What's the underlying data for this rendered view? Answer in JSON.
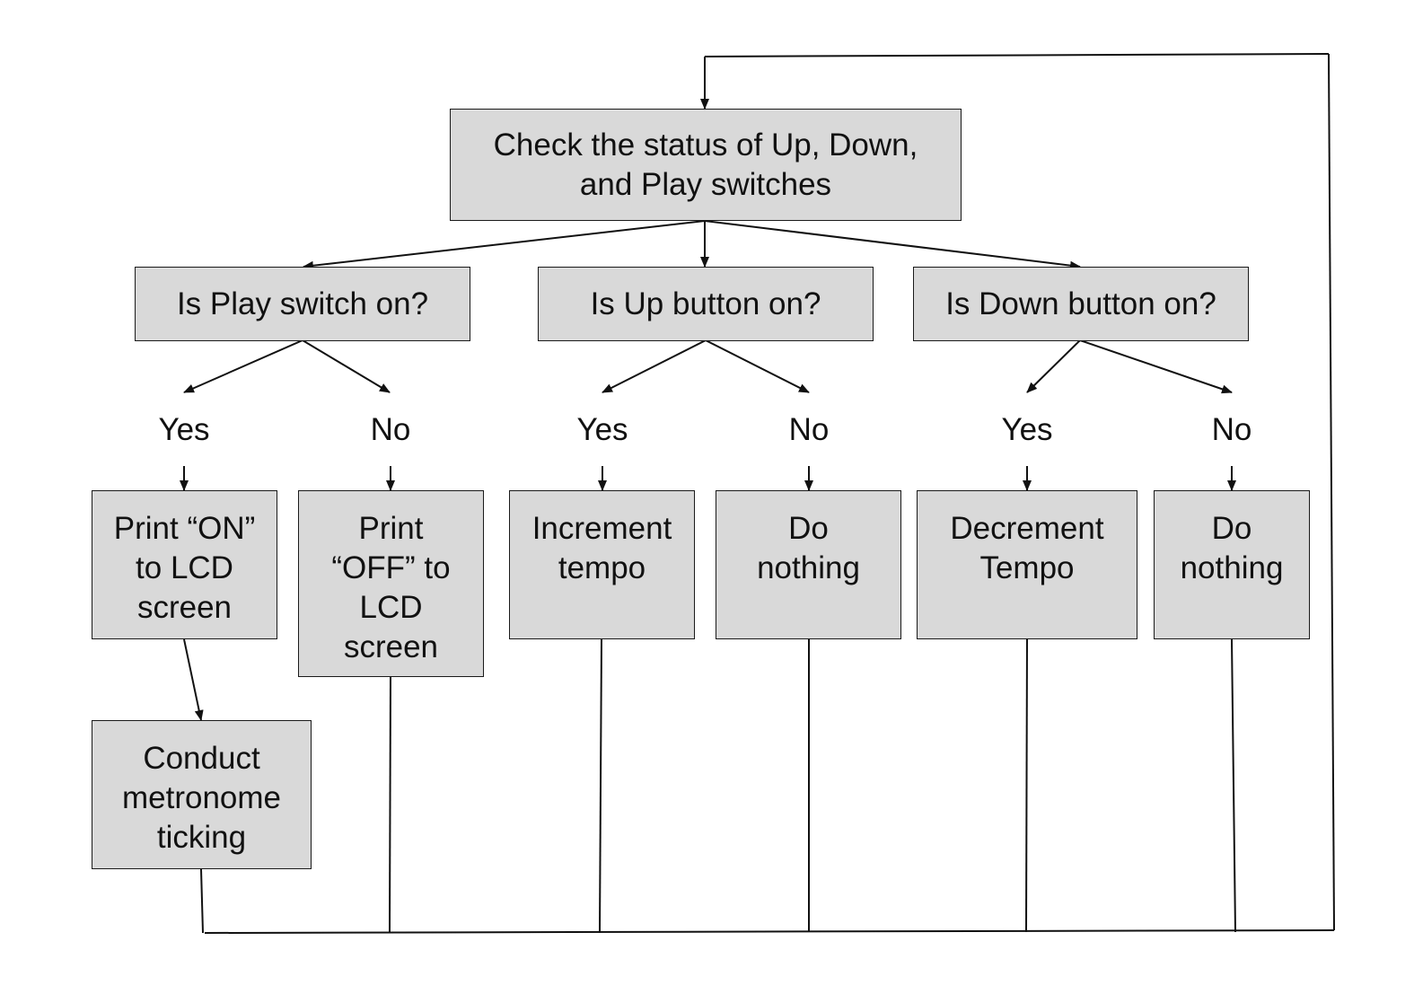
{
  "nodes": {
    "check_status": "Check the status of Up, Down,\nand Play switches",
    "play_question": "Is Play switch on?",
    "up_question": "Is Up button on?",
    "down_question": "Is Down button on?",
    "print_on": "Print “ON”\nto LCD\nscreen",
    "print_off": "Print\n“OFF” to\nLCD\nscreen",
    "increment_tempo": "Increment\ntempo",
    "do_nothing_up": "Do\nnothing",
    "decrement_tempo": "Decrement\nTempo",
    "do_nothing_down": "Do\nnothing",
    "conduct_metronome": "Conduct\nmetronome\nticking"
  },
  "branch_labels": {
    "play_yes": "Yes",
    "play_no": "No",
    "up_yes": "Yes",
    "up_no": "No",
    "down_yes": "Yes",
    "down_no": "No"
  },
  "colors": {
    "box_fill": "#d9d9d9",
    "box_border": "#1a1a1a",
    "line": "#111111",
    "background": "#ffffff"
  }
}
